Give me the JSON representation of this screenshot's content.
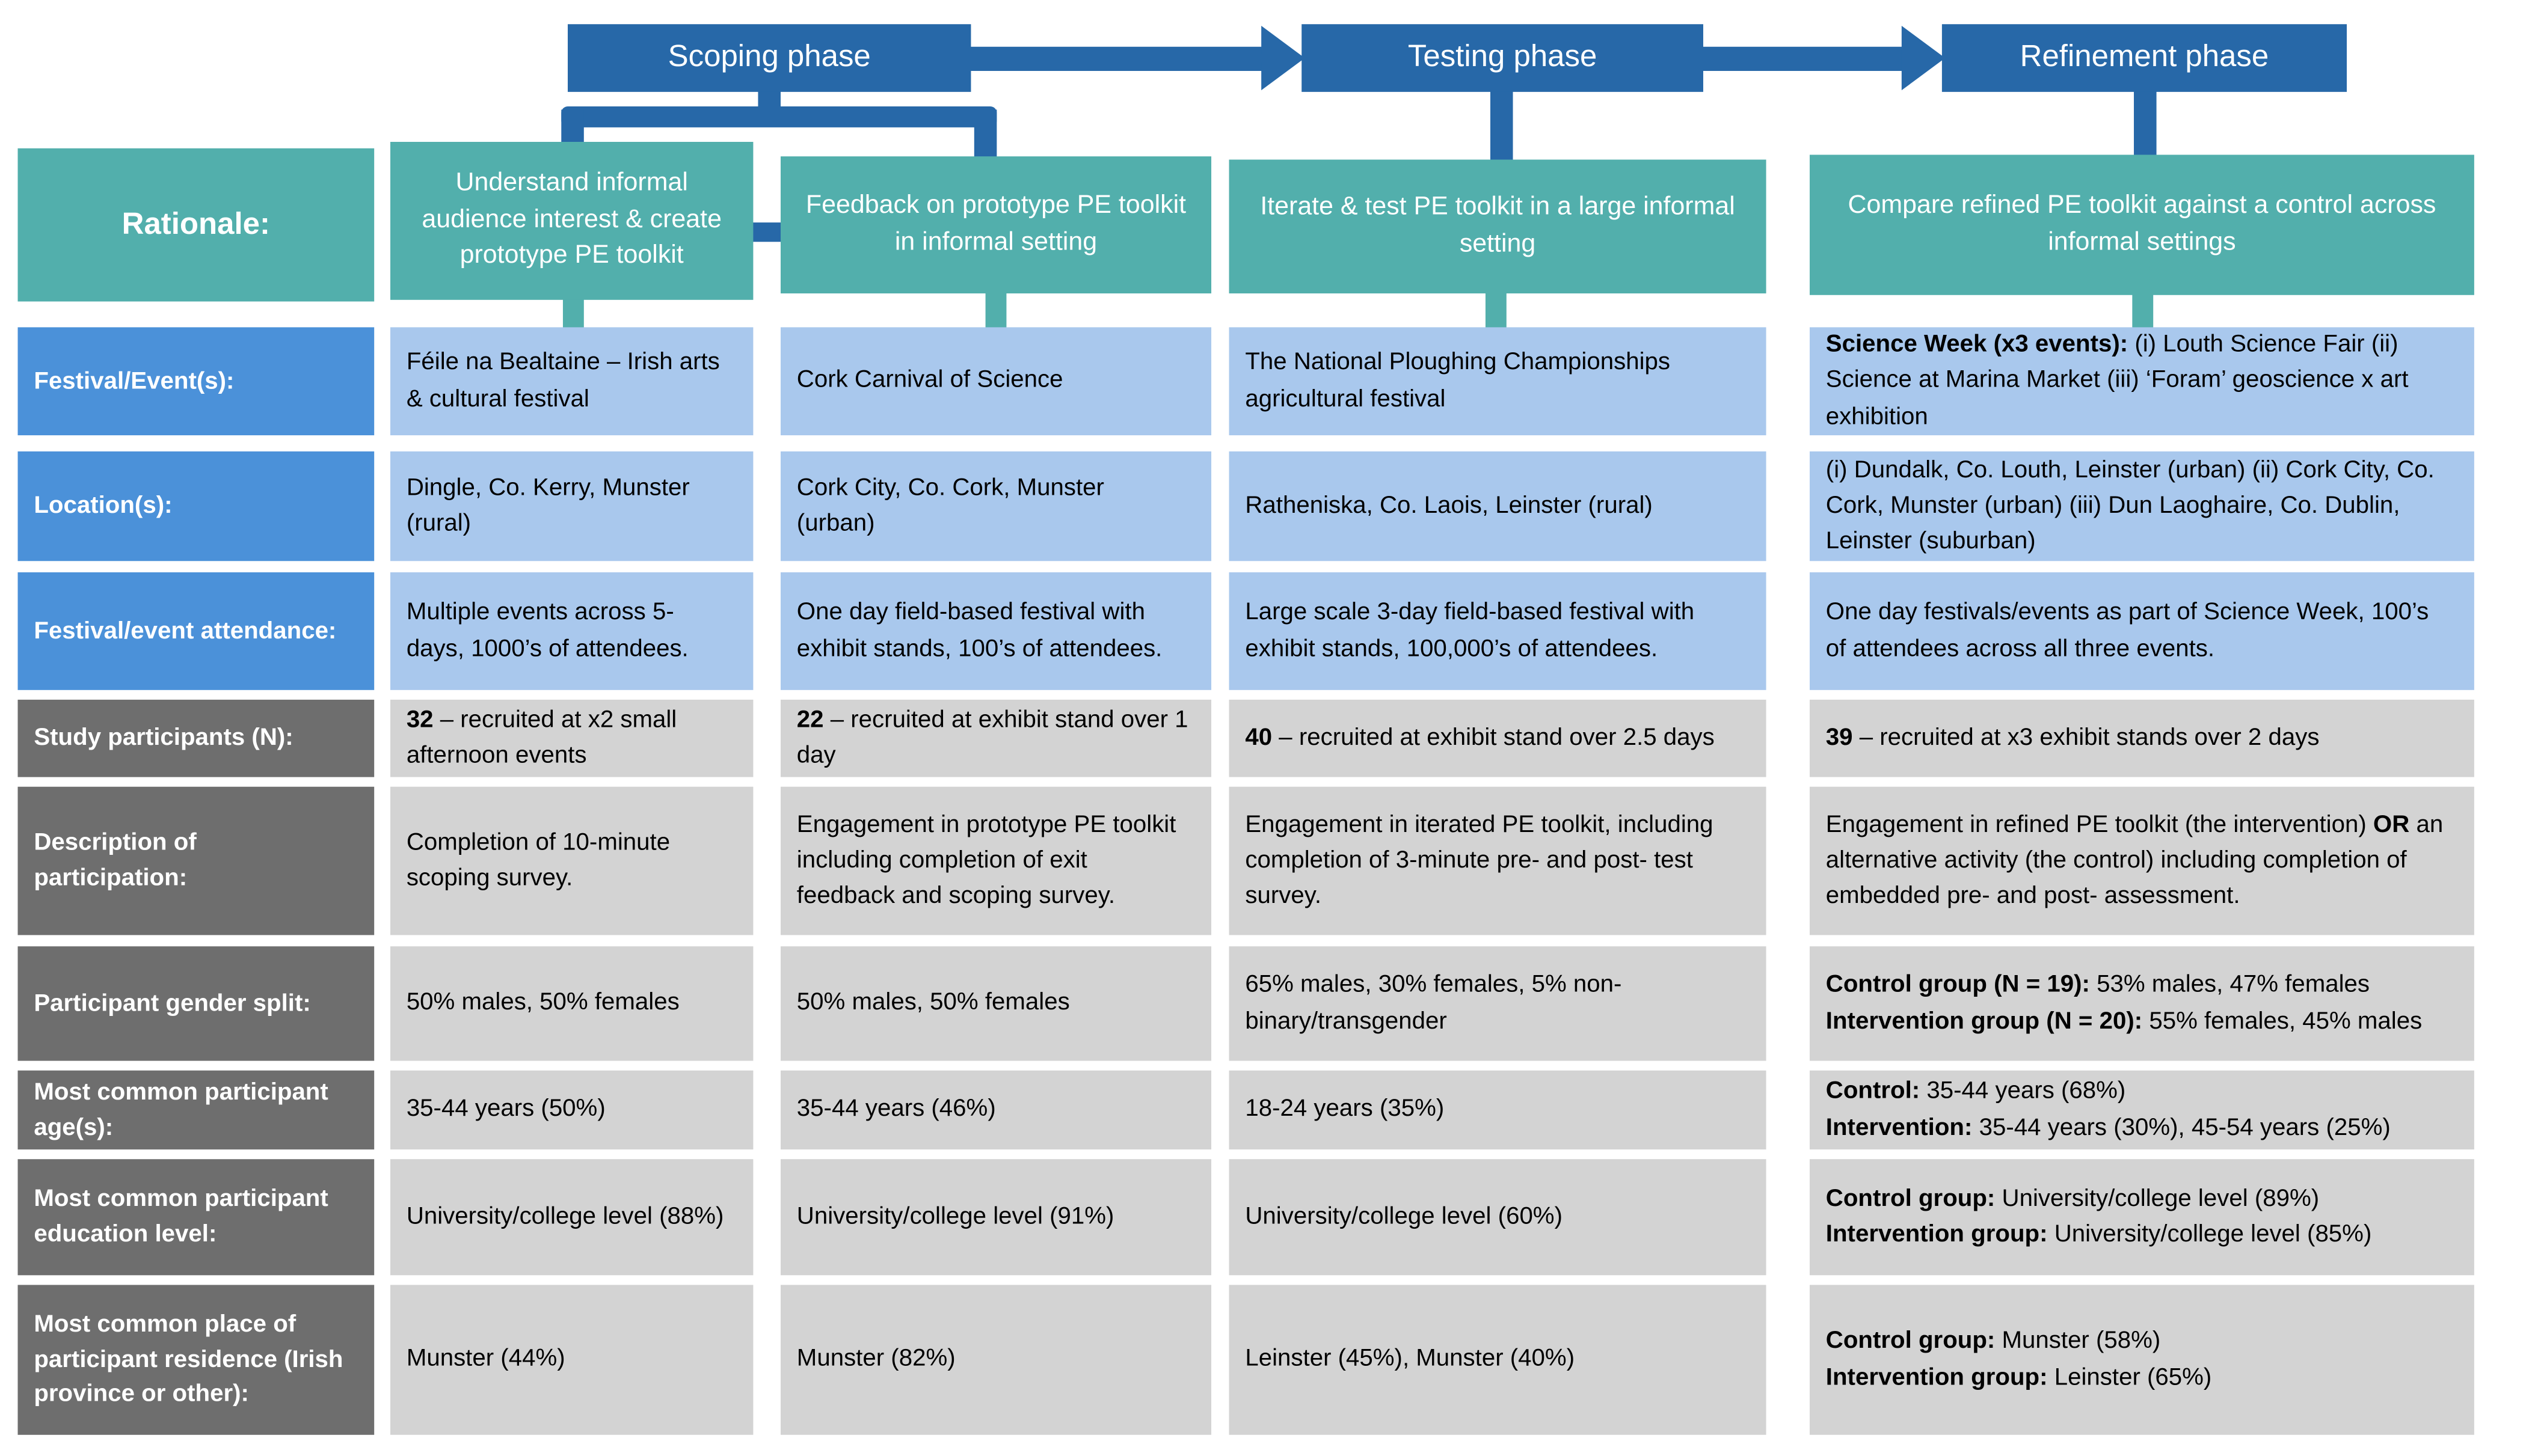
{
  "colors": {
    "phase_blue": "#2768A8",
    "teal": "#52AFAC",
    "header_blue": "#4B91D9",
    "light_blue": "#A9C8ED",
    "dark_gray": "#6E6E6E",
    "light_gray": "#D3D3D3"
  },
  "phases": [
    {
      "label": "Scoping phase"
    },
    {
      "label": "Testing phase"
    },
    {
      "label": "Refinement phase"
    }
  ],
  "rationale": {
    "label": "Rationale:",
    "boxes": [
      "Understand informal audience interest & create prototype PE toolkit",
      "Feedback on prototype PE toolkit in informal setting",
      "Iterate & test PE toolkit in a large informal setting",
      "Compare refined PE toolkit against a control across informal settings"
    ]
  },
  "table": {
    "rows": [
      {
        "label": "Festival/Event(s):",
        "theme": "blue",
        "cells": [
          {
            "lines": [
              [
                {
                  "t": "Féile na Bealtaine – Irish arts & cultural festival"
                }
              ]
            ]
          },
          {
            "lines": [
              [
                {
                  "t": "Cork Carnival of Science"
                }
              ]
            ]
          },
          {
            "lines": [
              [
                {
                  "t": "The National Ploughing Championships agricultural festival"
                }
              ]
            ]
          },
          {
            "lines": [
              [
                {
                  "t": "Science Week (x3 events):",
                  "b": true
                },
                {
                  "t": " (i) Louth Science Fair (ii) Science at Marina Market (iii) ‘Foram’ geoscience x art exhibition"
                }
              ]
            ]
          }
        ]
      },
      {
        "label": "Location(s):",
        "theme": "blue",
        "cells": [
          {
            "lines": [
              [
                {
                  "t": "Dingle, Co. Kerry, Munster (rural)"
                }
              ]
            ]
          },
          {
            "lines": [
              [
                {
                  "t": "Cork City, Co. Cork, Munster (urban)"
                }
              ]
            ]
          },
          {
            "lines": [
              [
                {
                  "t": "Ratheniska, Co. Laois, Leinster (rural)"
                }
              ]
            ]
          },
          {
            "lines": [
              [
                {
                  "t": "(i) Dundalk, Co. Louth, Leinster (urban) (ii) Cork City, Co. Cork, Munster (urban) (iii) Dun Laoghaire, Co. Dublin, Leinster (suburban)"
                }
              ]
            ]
          }
        ]
      },
      {
        "label": "Festival/event attendance:",
        "theme": "blue",
        "cells": [
          {
            "lines": [
              [
                {
                  "t": "Multiple events across 5-days, 1000’s of attendees."
                }
              ]
            ]
          },
          {
            "lines": [
              [
                {
                  "t": "One day field-based festival with exhibit stands, 100’s of attendees."
                }
              ]
            ]
          },
          {
            "lines": [
              [
                {
                  "t": "Large scale 3-day field-based festival with exhibit stands, 100,000’s of attendees."
                }
              ]
            ]
          },
          {
            "lines": [
              [
                {
                  "t": "One day festivals/events as part of Science Week, 100’s of attendees across all three events."
                }
              ]
            ]
          }
        ]
      },
      {
        "label": "Study participants (N):",
        "theme": "gray",
        "cells": [
          {
            "lines": [
              [
                {
                  "t": "32",
                  "b": true
                },
                {
                  "t": " – recruited at x2 small afternoon events"
                }
              ]
            ]
          },
          {
            "lines": [
              [
                {
                  "t": "22",
                  "b": true
                },
                {
                  "t": " – recruited at exhibit stand over 1 day"
                }
              ]
            ]
          },
          {
            "lines": [
              [
                {
                  "t": "40",
                  "b": true
                },
                {
                  "t": " – recruited at exhibit stand over 2.5 days"
                }
              ]
            ]
          },
          {
            "lines": [
              [
                {
                  "t": "39",
                  "b": true
                },
                {
                  "t": " – recruited at x3 exhibit stands over 2 days"
                }
              ]
            ]
          }
        ]
      },
      {
        "label": "Description of participation:",
        "theme": "gray",
        "cells": [
          {
            "lines": [
              [
                {
                  "t": "Completion of 10-minute scoping survey."
                }
              ]
            ]
          },
          {
            "lines": [
              [
                {
                  "t": "Engagement in prototype PE toolkit including completion of exit feedback and scoping survey."
                }
              ]
            ]
          },
          {
            "lines": [
              [
                {
                  "t": "Engagement in iterated PE toolkit, including completion of 3-minute pre- and post- test survey."
                }
              ]
            ]
          },
          {
            "lines": [
              [
                {
                  "t": "Engagement in refined PE toolkit (the intervention) "
                },
                {
                  "t": "OR",
                  "b": true
                },
                {
                  "t": " an alternative activity (the control) including completion of embedded pre- and post- assessment."
                }
              ]
            ]
          }
        ]
      },
      {
        "label": "Participant gender split:",
        "theme": "gray",
        "cells": [
          {
            "lines": [
              [
                {
                  "t": "50% males, 50% females"
                }
              ]
            ]
          },
          {
            "lines": [
              [
                {
                  "t": "50% males, 50% females"
                }
              ]
            ]
          },
          {
            "lines": [
              [
                {
                  "t": "65% males, 30% females, 5% non-binary/transgender"
                }
              ]
            ]
          },
          {
            "lines": [
              [
                {
                  "t": "Control group (N = 19):",
                  "b": true
                },
                {
                  "t": " 53% males, 47% females"
                }
              ],
              [
                {
                  "t": "Intervention group (N = 20):",
                  "b": true
                },
                {
                  "t": " 55% females, 45% males"
                }
              ]
            ]
          }
        ]
      },
      {
        "label": "Most common participant age(s):",
        "theme": "gray",
        "cells": [
          {
            "lines": [
              [
                {
                  "t": "35-44 years (50%)"
                }
              ]
            ]
          },
          {
            "lines": [
              [
                {
                  "t": "35-44 years (46%)"
                }
              ]
            ]
          },
          {
            "lines": [
              [
                {
                  "t": "18-24 years (35%)"
                }
              ]
            ]
          },
          {
            "lines": [
              [
                {
                  "t": "Control:",
                  "b": true
                },
                {
                  "t": " 35-44 years (68%)"
                }
              ],
              [
                {
                  "t": "Intervention:",
                  "b": true
                },
                {
                  "t": " 35-44 years (30%), 45-54 years (25%)"
                }
              ]
            ]
          }
        ]
      },
      {
        "label": "Most common participant education level:",
        "theme": "gray",
        "cells": [
          {
            "lines": [
              [
                {
                  "t": "University/college level (88%)"
                }
              ]
            ]
          },
          {
            "lines": [
              [
                {
                  "t": "University/college level (91%)"
                }
              ]
            ]
          },
          {
            "lines": [
              [
                {
                  "t": "University/college level (60%)"
                }
              ]
            ]
          },
          {
            "lines": [
              [
                {
                  "t": "Control group:",
                  "b": true
                },
                {
                  "t": " University/college level (89%)"
                }
              ],
              [
                {
                  "t": "Intervention group:",
                  "b": true
                },
                {
                  "t": " University/college level (85%)"
                }
              ]
            ]
          }
        ]
      },
      {
        "label": "Most common place of participant residence (Irish province or other):",
        "theme": "gray",
        "cells": [
          {
            "lines": [
              [
                {
                  "t": "Munster (44%)"
                }
              ]
            ]
          },
          {
            "lines": [
              [
                {
                  "t": "Munster (82%)"
                }
              ]
            ]
          },
          {
            "lines": [
              [
                {
                  "t": "Leinster (45%), Munster (40%)"
                }
              ]
            ]
          },
          {
            "lines": [
              [
                {
                  "t": "Control group:",
                  "b": true
                },
                {
                  "t": " Munster (58%)"
                }
              ],
              [
                {
                  "t": "Intervention group:",
                  "b": true
                },
                {
                  "t": " Leinster (65%)"
                }
              ]
            ]
          }
        ]
      }
    ]
  }
}
